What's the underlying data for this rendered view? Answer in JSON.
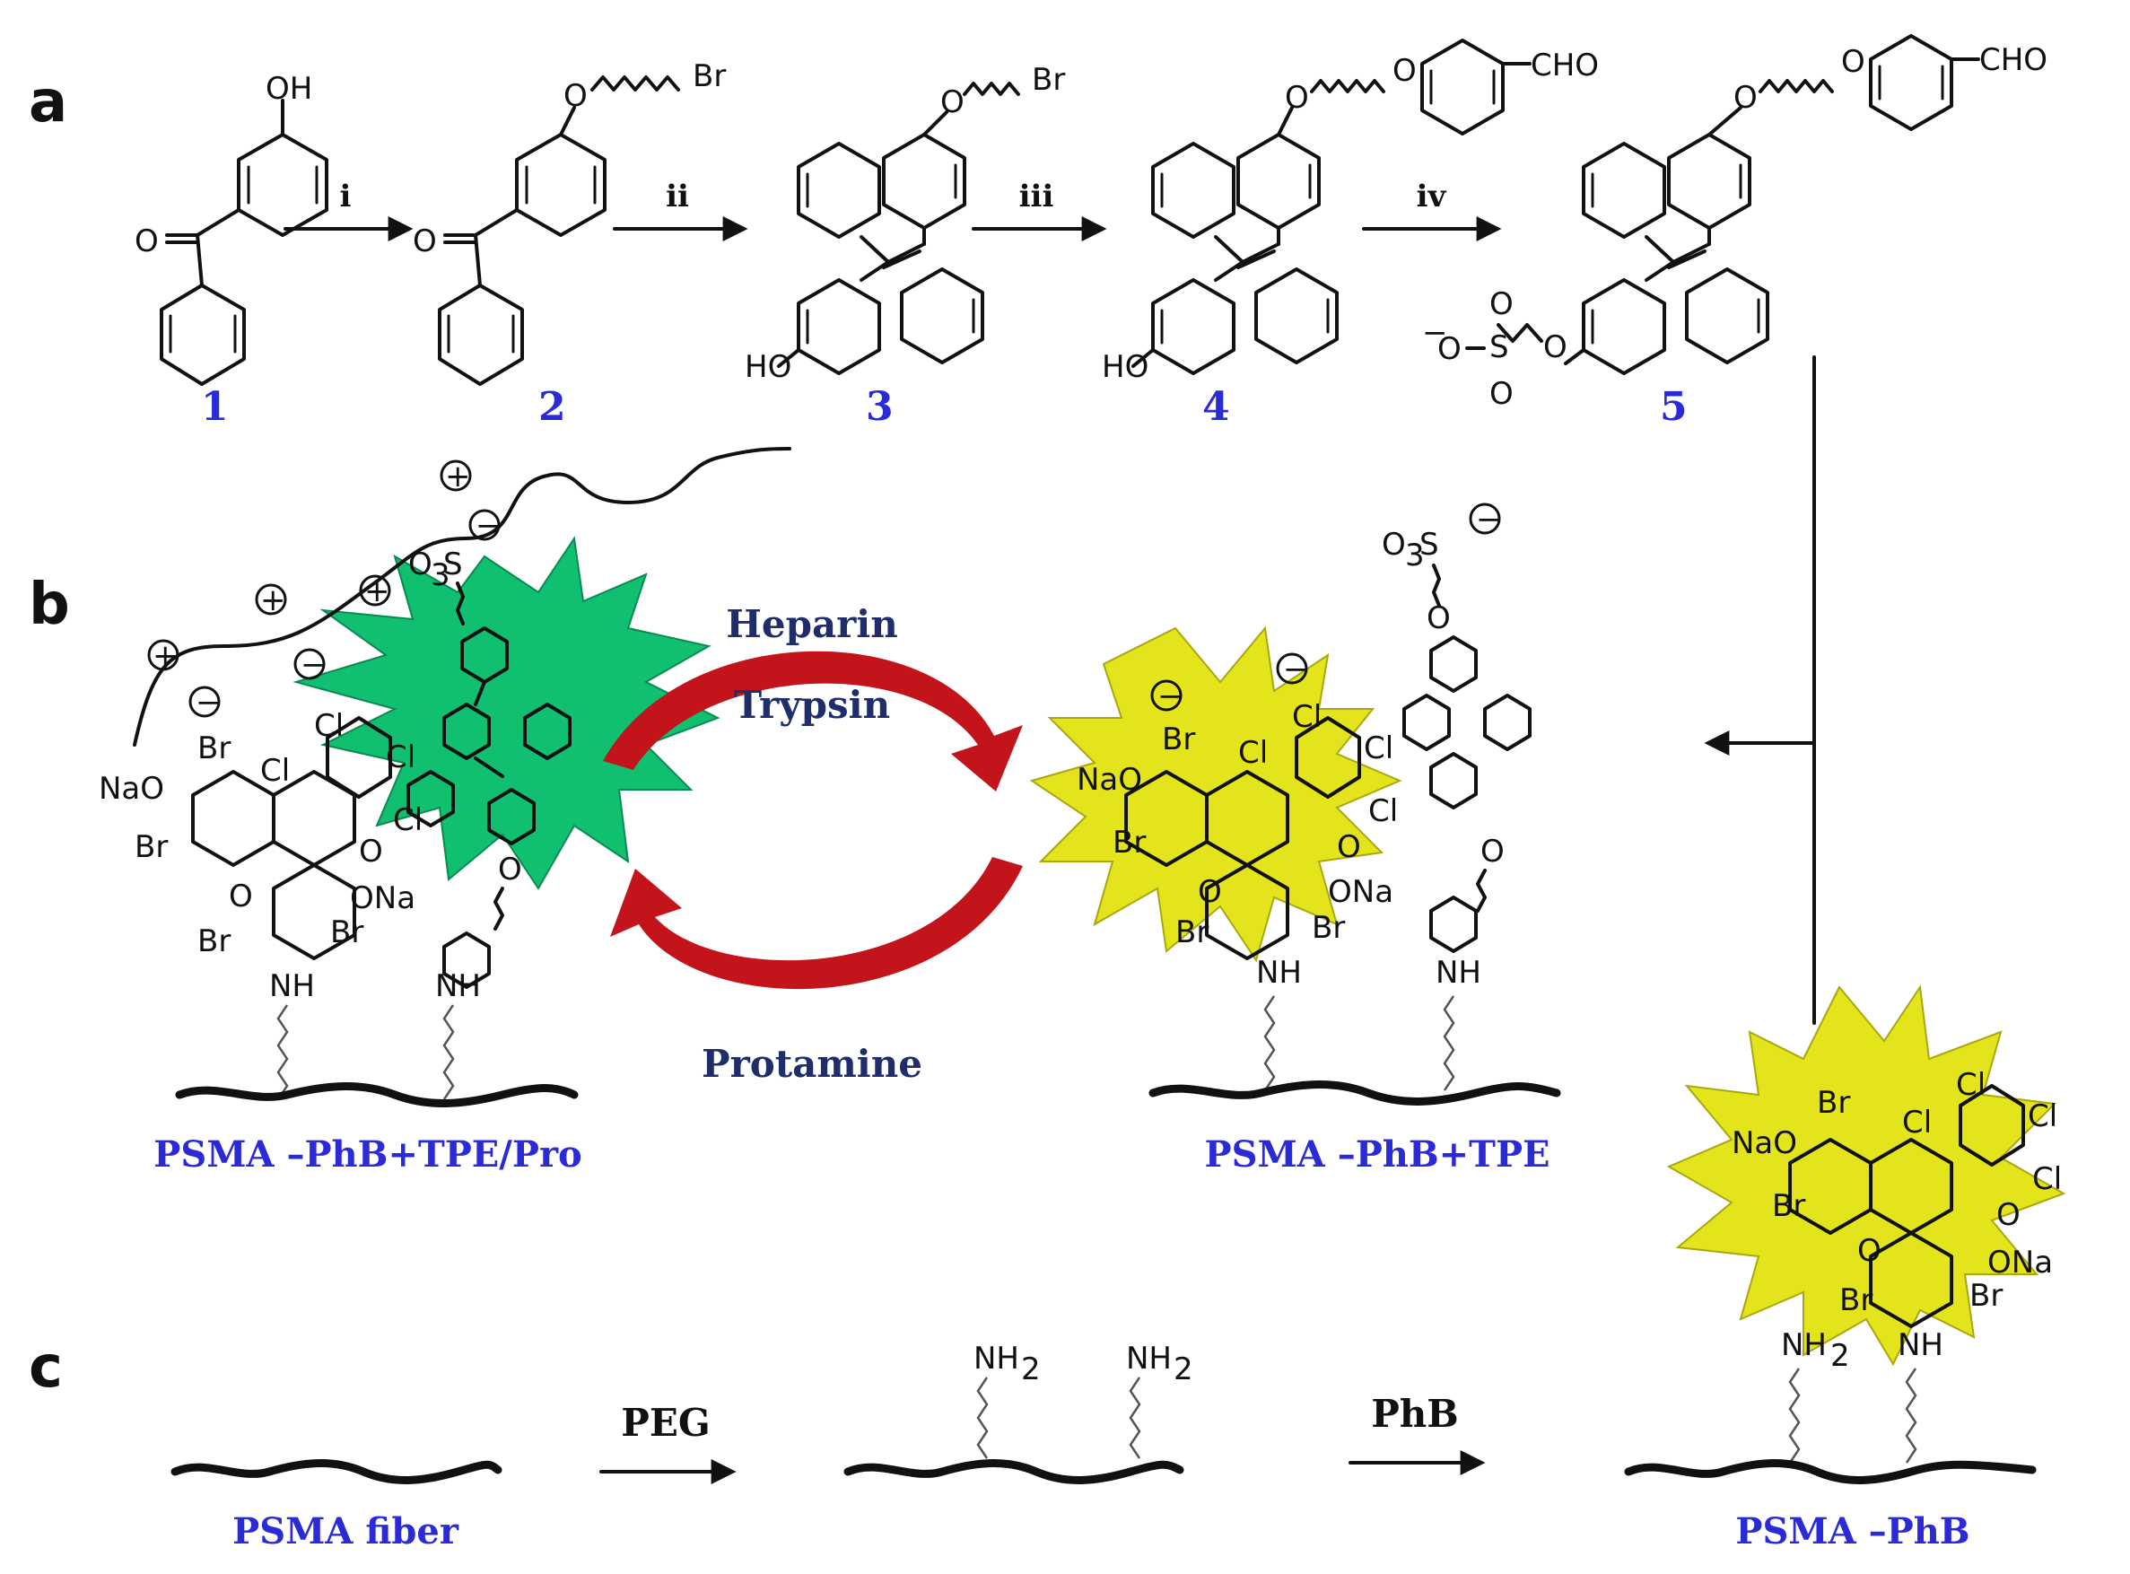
{
  "colors": {
    "label_blue": "#2a2ad6",
    "reagent_navy": "#1f2d6b",
    "green_burst": "#10c070",
    "yellow_burst": "#e4e41c",
    "cycle_red": "#c4141b",
    "bond_black": "#111111"
  },
  "panels": {
    "a": "a",
    "b": "b",
    "c": "c"
  },
  "compounds": [
    {
      "number": "1",
      "substituents": [
        "OH",
        "O"
      ]
    },
    {
      "number": "2",
      "substituents": [
        "O",
        "Br",
        "O"
      ]
    },
    {
      "number": "3",
      "substituents": [
        "O",
        "Br",
        "HO"
      ]
    },
    {
      "number": "4",
      "substituents": [
        "O",
        "O",
        "CHO",
        "HO"
      ]
    },
    {
      "number": "5",
      "substituents": [
        "O",
        "O",
        "CHO",
        "O",
        "O",
        "S",
        "O",
        "O",
        "−"
      ]
    }
  ],
  "steps": [
    "i",
    "ii",
    "iii",
    "iv"
  ],
  "cycle": {
    "forward_reagents": [
      "Heparin",
      "Trypsin"
    ],
    "reverse_reagent": "Protamine"
  },
  "dye": {
    "bromines": [
      "Br",
      "Br",
      "Br",
      "Br"
    ],
    "chlorines": [
      "Cl",
      "Cl",
      "Cl",
      "Cl"
    ],
    "sodium_salts": [
      "NaO",
      "ONa"
    ],
    "linker_nh": "NH",
    "amine": "NH",
    "amine_free": "NH",
    "amine_sub": "2",
    "ring_o": "O",
    "carbonyl_o": "O"
  },
  "tpe_probe": {
    "sulfonate": "O",
    "sulfonate_sub": "3",
    "sulfonate_s": "S",
    "charge": "−",
    "link_o": "O"
  },
  "polymer_charges": {
    "positive": "+",
    "negative": "−"
  },
  "materials": {
    "left": "PSMA –PhB+TPE/Pro",
    "middle": "PSMA –PhB+TPE",
    "right": "PSMA –PhB",
    "fiber": "PSMA fiber"
  },
  "panel_c": {
    "reagent1": "PEG",
    "reagent2": "PhB",
    "amine": "NH",
    "amine_sub": "2"
  }
}
